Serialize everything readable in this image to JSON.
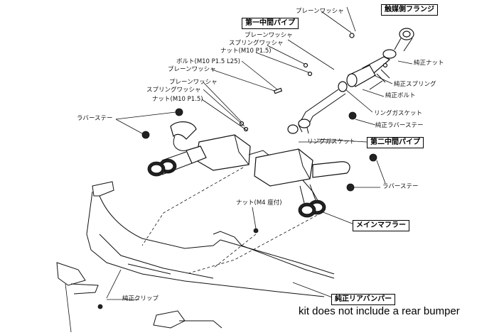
{
  "labels": {
    "plain_washer_top": "プレーンワッシャ",
    "catalyst_flange": "触媒側フランジ",
    "first_mid_pipe": "第一中間パイプ",
    "plain_washer_2": "プレーンワッシャ",
    "spring_washer_2": "スプリングワッシャ",
    "nut_m10_2": "ナット(M10 P1.5)",
    "bolt_m10": "ボルト(M10 P1.5 L25)",
    "plain_washer_3": "プレーンワッシャ",
    "plain_washer_4": "プレーンワッシャ",
    "spring_washer_4": "スプリングワッシャ",
    "nut_m10_4": "ナット(M10 P1.5)",
    "genuine_nut": "純正ナット",
    "genuine_spring": "純正スプリング",
    "genuine_bolt": "純正ボルト",
    "rubber_stay_left": "ラバーステー",
    "ring_gasket_1": "リングガスケット",
    "genuine_rubber_stay": "純正ラバーステー",
    "ring_gasket_2": "リングガスケット",
    "second_mid_pipe": "第二中間パイプ",
    "rubber_stay_right": "ラバーステー",
    "nut_m4": "ナット(M4 座付)",
    "main_muffler": "メインマフラー",
    "genuine_clip": "純正クリップ",
    "genuine_rear_bumper": "純正リアバンパー"
  },
  "caption": "kit does not include a rear bumper"
}
